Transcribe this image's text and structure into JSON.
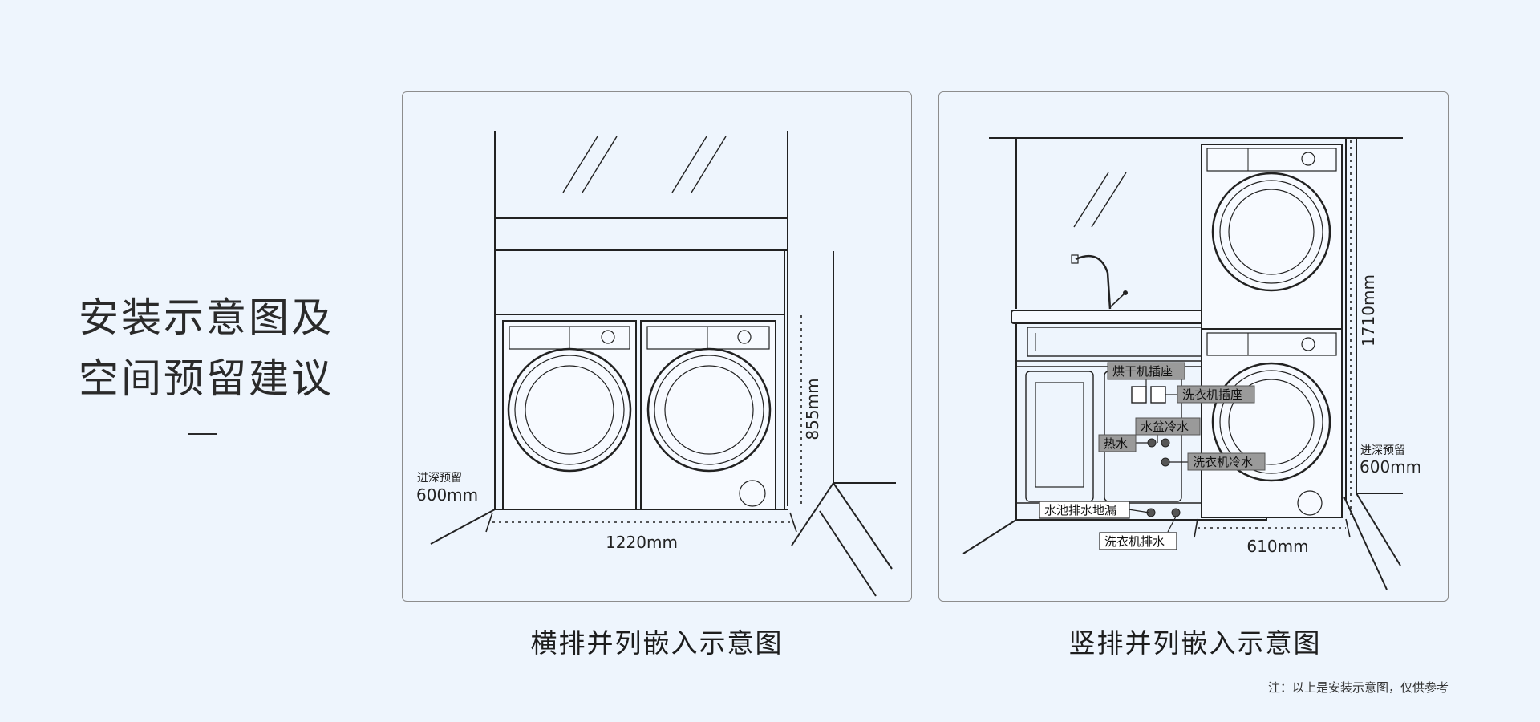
{
  "heading": {
    "line1": "安装示意图及",
    "line2": "空间预留建议"
  },
  "left_diagram": {
    "caption": "横排并列嵌入示意图",
    "depth_label": "进深预留",
    "depth_value": "600mm",
    "width_value": "1220mm",
    "height_value": "855mm"
  },
  "right_diagram": {
    "caption": "竖排并列嵌入示意图",
    "depth_label": "进深预留",
    "depth_value": "600mm",
    "width_value": "610mm",
    "height_value": "1710mm",
    "labels": {
      "dryer_socket": "烘干机插座",
      "washer_socket": "洗衣机插座",
      "sink_cold_water": "水盆冷水",
      "hot_water": "热水",
      "washer_cold_water": "洗衣机冷水",
      "sink_floor_drain": "水池排水地漏",
      "washer_drain": "洗衣机排水"
    }
  },
  "footnote": "注：以上是安装示意图，仅供参考"
}
